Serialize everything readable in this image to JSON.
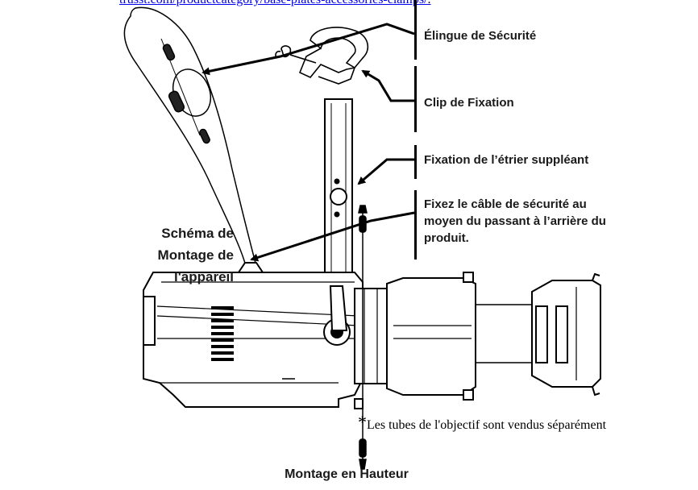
{
  "link_text": "trusst.com/productcategory/base-plates-accessories-clamps/",
  "link_suffix": ".",
  "labels": {
    "safety_sling": "Élingue de Sécurité",
    "mounting_clip": "Clip de Fixation",
    "alt_yoke": "Fixation de l’étrier suppléant",
    "safety_cable": "Fixez le câble de sécurité au moyen du passant à l’arrière du produit.",
    "left_caption": "Schéma de Montage de l'appareil",
    "lens_note_star": "*",
    "lens_note": "Les tubes de l'objectif sont vendus séparément",
    "bottom_caption": "Montage en Hauteur"
  }
}
